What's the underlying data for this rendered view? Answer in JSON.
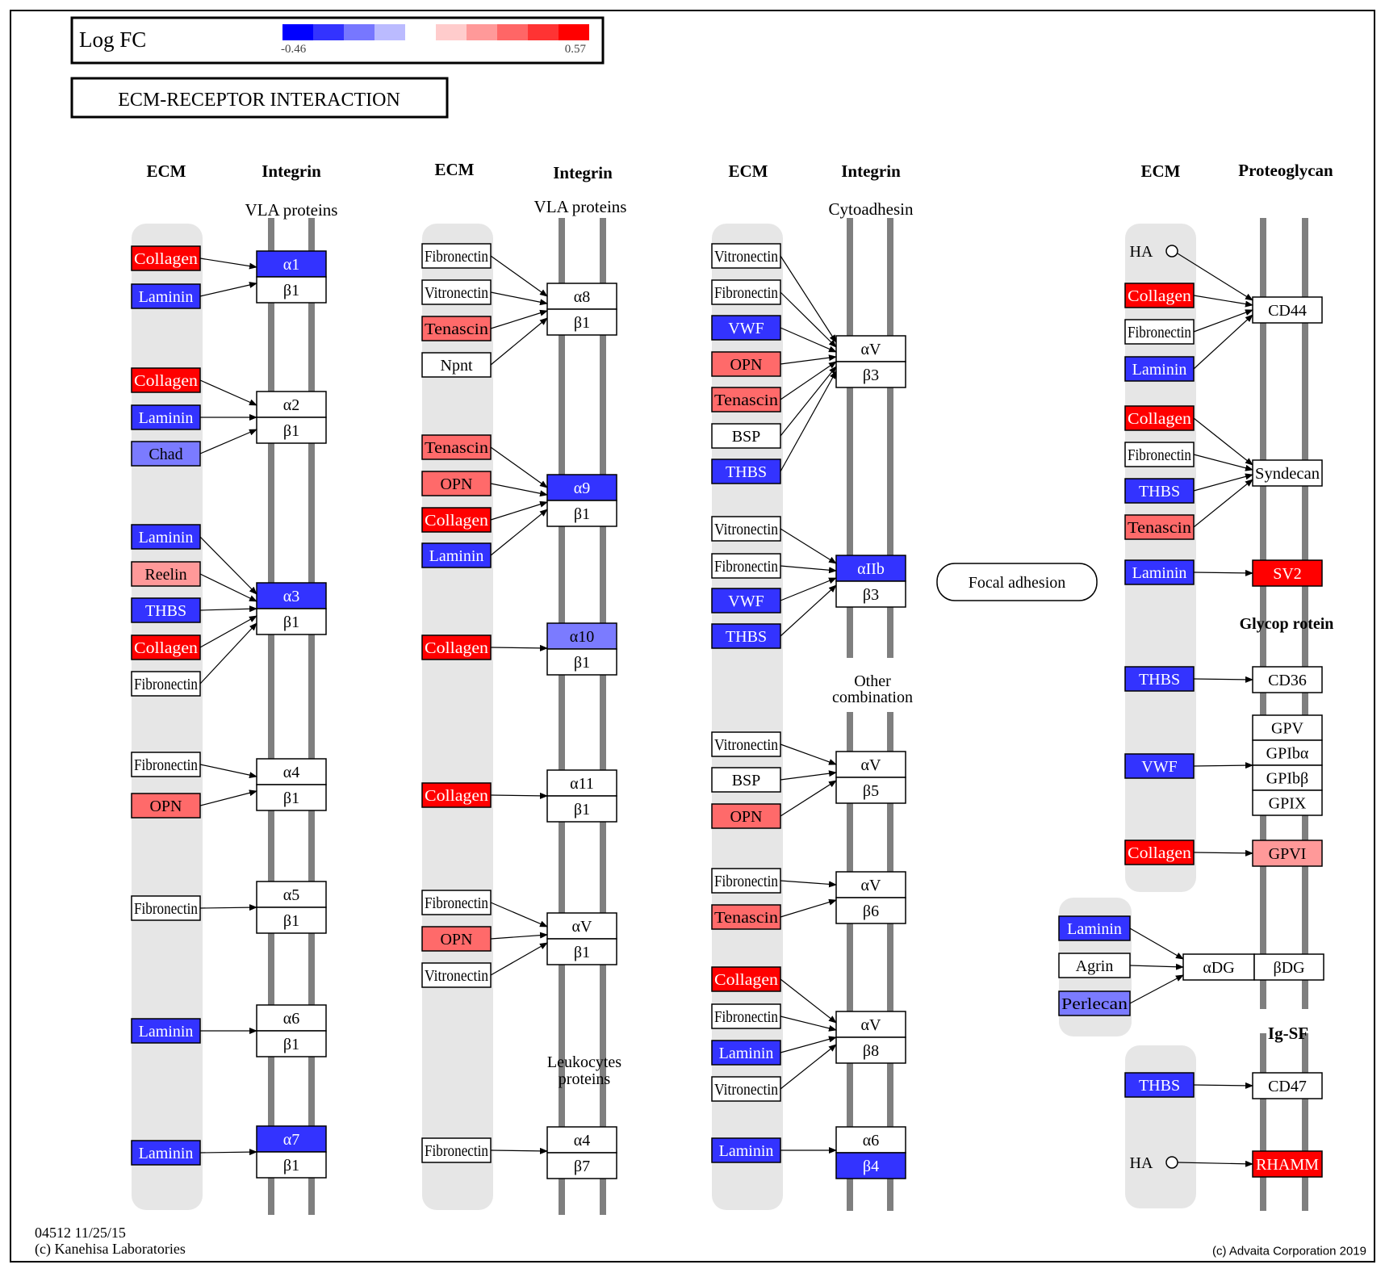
{
  "legend": {
    "title": "Log FC",
    "min_label": "-0.46",
    "max_label": "0.57",
    "swatches": [
      "#0000ff",
      "#3333ff",
      "#7777ff",
      "#bbbbff",
      "#ffffff",
      "#ffcccc",
      "#ff9999",
      "#ff6666",
      "#ff3333",
      "#ff0000"
    ]
  },
  "pathway_title": "ECM-RECEPTOR  INTERACTION",
  "footer": {
    "code_line": "04512 11/25/15",
    "copyright_left": "(c) Kanehisa Laboratories",
    "copyright_right": "(c) Advaita Corporation 2019"
  },
  "colors": {
    "red": "#ff0000",
    "salmon": "#ff6a6a",
    "pink": "#ff9999",
    "blue": "#3333ff",
    "light_blue": "#7b7bff",
    "white": "#ffffff",
    "lane_gray": "#e6e6e6",
    "bar_gray": "#7f7f7f"
  },
  "headers": {
    "ecm": "ECM",
    "integrin": "Integrin",
    "proteoglycan": "Proteoglycan",
    "glycoprotein": "Glycop rotein",
    "igsf": "Ig-SF",
    "vla": "VLA proteins",
    "cytoadhesin": "Cytoadhesin",
    "other_line1": "Other",
    "other_line2": "combination",
    "leuko_line1": "Leukocytes",
    "leuko_line2": "proteins"
  },
  "focal_adhesion": "Focal adhesion",
  "ha_label": "HA",
  "genes": {
    "collagen": "Collagen",
    "laminin": "Laminin",
    "chad": "Chad",
    "reelin": "Reelin",
    "thbs": "THBS",
    "fibronectin": "Fibronectin",
    "opn": "OPN",
    "vitronectin": "Vitronectin",
    "tenascin": "Tenascin",
    "npnt": "Npnt",
    "vwf": "VWF",
    "bsp": "BSP",
    "agrin": "Agrin",
    "perlecan": "Perlecan"
  },
  "receptors": {
    "a1": "α1",
    "a2": "α2",
    "a3": "α3",
    "a4": "α4",
    "a5": "α5",
    "a6": "α6",
    "a7": "α7",
    "a8": "α8",
    "a9": "α9",
    "a10": "α10",
    "a11": "α11",
    "aV": "αV",
    "aIIb": "αIIb",
    "b1": "β1",
    "b3": "β3",
    "b4": "β4",
    "b5": "β5",
    "b6": "β6",
    "b7": "β7",
    "b8": "β8",
    "cd44": "CD44",
    "syndecan": "Syndecan",
    "sv2": "SV2",
    "cd36": "CD36",
    "gpv": "GPV",
    "gpiba": "GPIbα",
    "gpibb": "GPIbβ",
    "gpix": "GPIX",
    "gpvi": "GPVI",
    "adg": "αDG",
    "bdg": "βDG",
    "cd47": "CD47",
    "rhamm": "RHAMM"
  }
}
